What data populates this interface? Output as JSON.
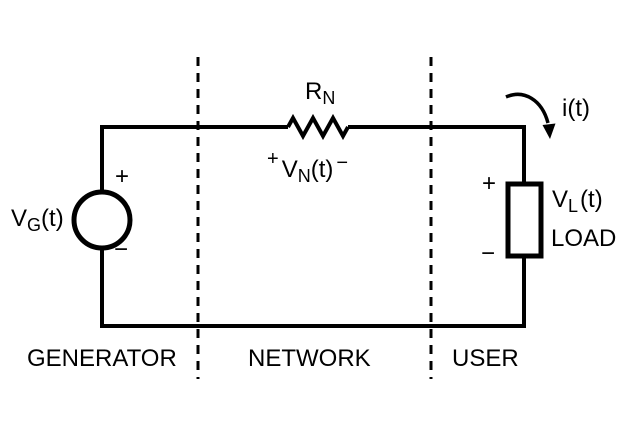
{
  "generator": {
    "plus": "+",
    "minus": "−",
    "voltage_base": "V",
    "voltage_sub": "G",
    "voltage_suffix": "(t)"
  },
  "resistor": {
    "base": "R",
    "sub": "N"
  },
  "network_voltage": {
    "plus": "+",
    "base": "V",
    "sub": "N",
    "suffix": "(t)",
    "minus": "−"
  },
  "current": {
    "label": "i(t)"
  },
  "load": {
    "plus": "+",
    "minus": "−",
    "voltage_base": "V",
    "voltage_sub": "L",
    "voltage_suffix": "(t)",
    "name": "LOAD"
  },
  "sections": {
    "generator_label": "GENERATOR",
    "network_label": "NETWORK",
    "user_label": "USER"
  },
  "colors": {
    "ink": "#000000",
    "background": "#ffffff"
  }
}
